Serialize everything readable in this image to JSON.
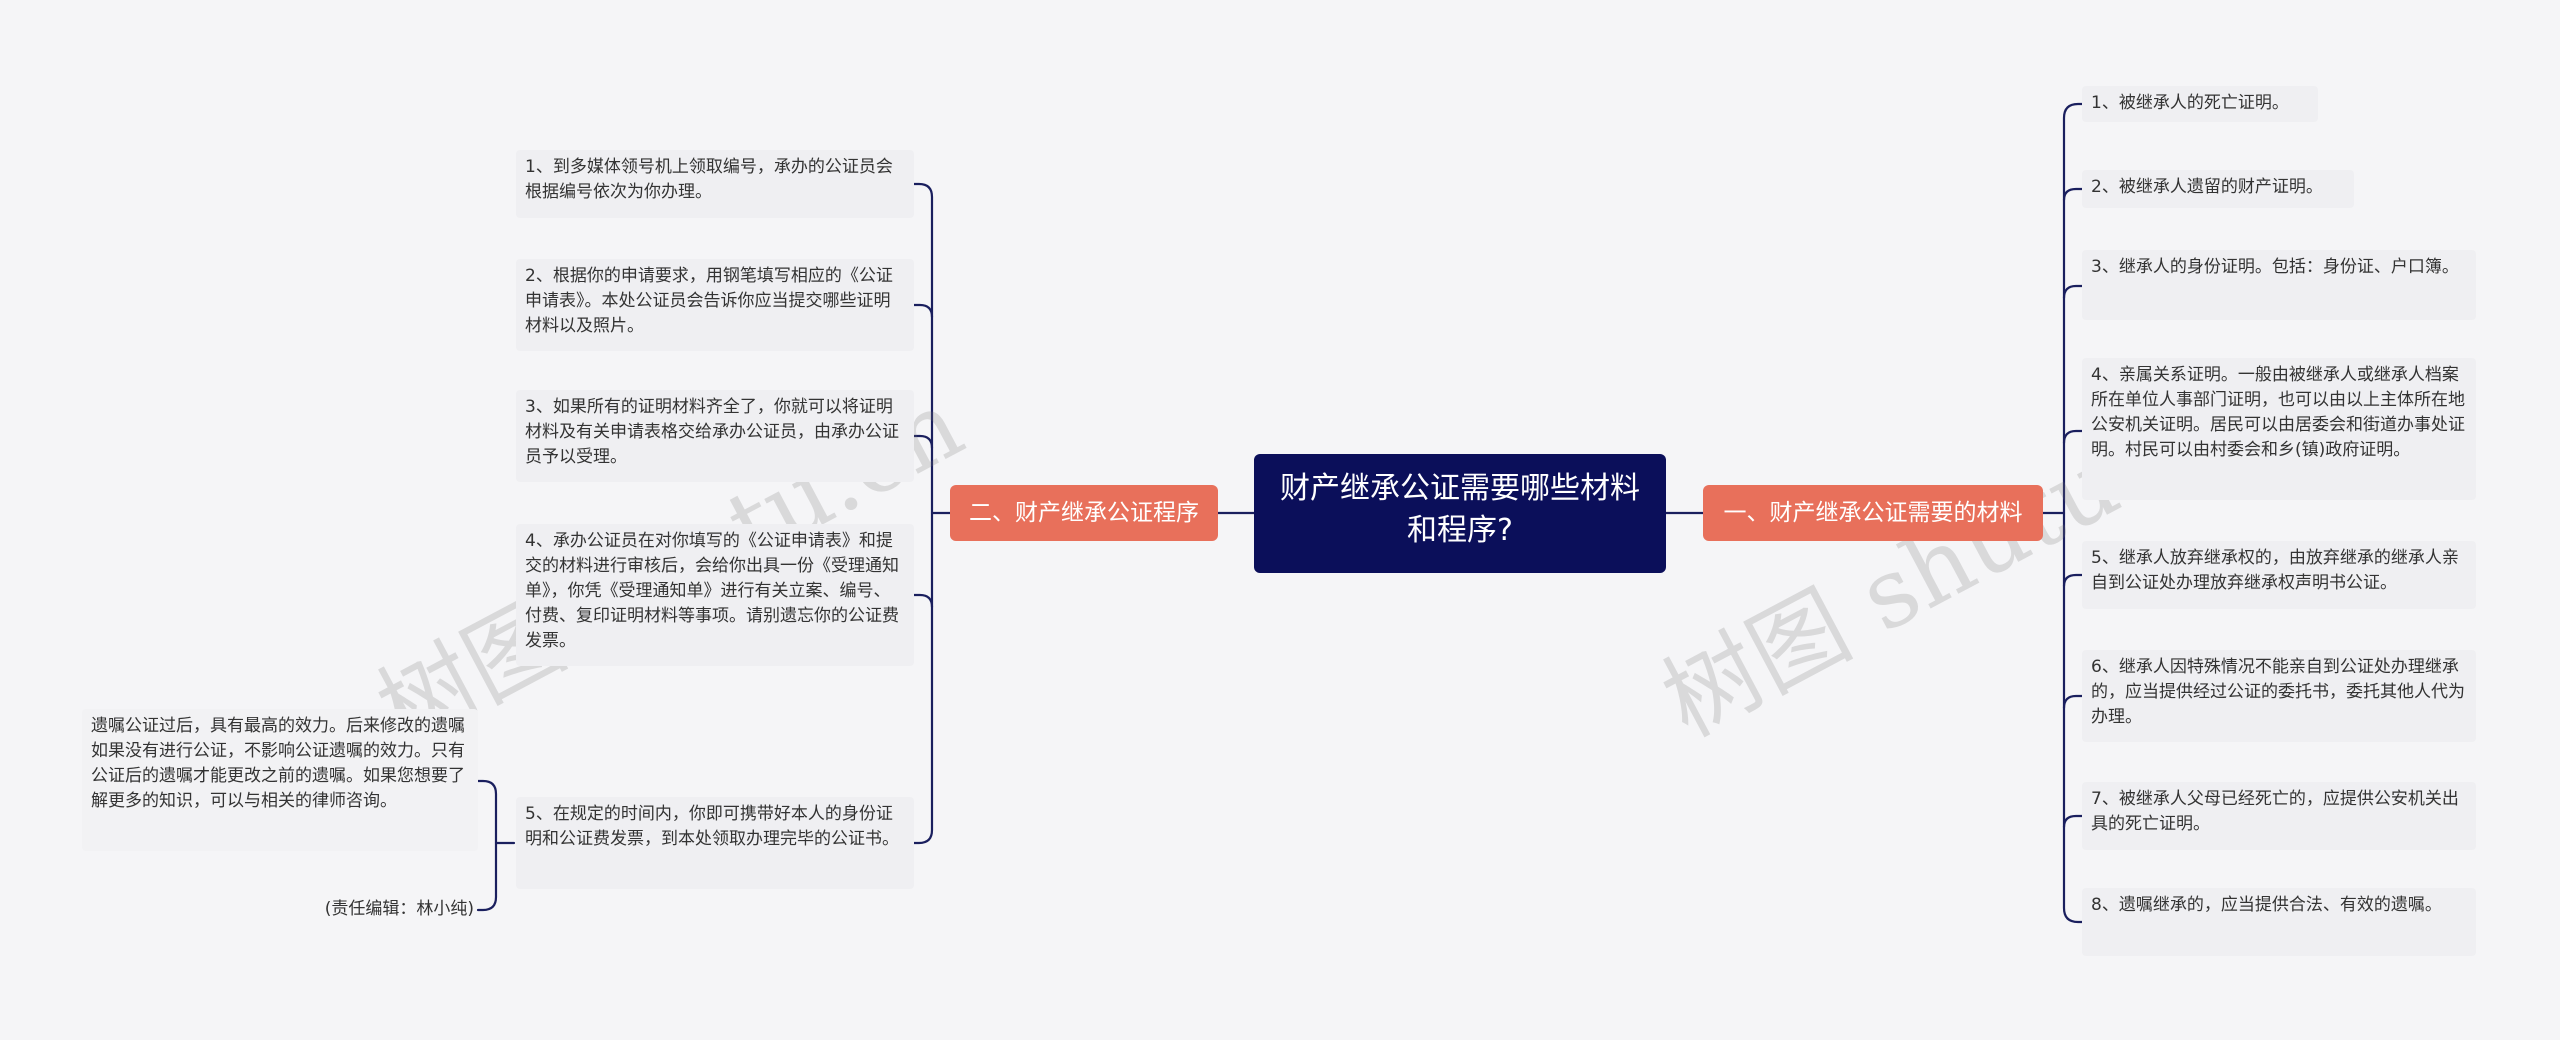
{
  "center": {
    "title": "财产继承公证需要哪些材料和程序?"
  },
  "branches": {
    "right": {
      "label": "一、财产继承公证需要的材料",
      "items": [
        "1、被继承人的死亡证明。",
        "2、被继承人遗留的财产证明。",
        "3、继承人的身份证明。包括：身份证、户口簿。",
        "4、亲属关系证明。一般由被继承人或继承人档案所在单位人事部门证明，也可以由以上主体所在地公安机关证明。居民可以由居委会和街道办事处证明。村民可以由村委会和乡(镇)政府证明。",
        "5、继承人放弃继承权的，由放弃继承的继承人亲自到公证处办理放弃继承权声明书公证。",
        "6、继承人因特殊情况不能亲自到公证处办理继承的，应当提供经过公证的委托书，委托其他人代为办理。",
        "7、被继承人父母已经死亡的，应提供公安机关出具的死亡证明。",
        "8、遗嘱继承的，应当提供合法、有效的遗嘱。"
      ]
    },
    "left": {
      "label": "二、财产继承公证程序",
      "items": [
        "1、到多媒体领号机上领取编号，承办的公证员会根据编号依次为你办理。",
        "2、根据你的申请要求，用钢笔填写相应的《公证申请表》。本处公证员会告诉你应当提交哪些证明材料以及照片。",
        "3、如果所有的证明材料齐全了，你就可以将证明材料及有关申请表格交给承办公证员，由承办公证员予以受理。",
        "4、承办公证员在对你填写的《公证申请表》和提交的材料进行审核后，会给你出具一份《受理通知单》，你凭《受理通知单》进行有关立案、编号、付费、复印证明材料等事项。请别遗忘你的公证费发票。",
        "5、在规定的时间内，你即可携带好本人的身份证明和公证费发票，到本处领取办理完毕的公证书。"
      ],
      "sub": {
        "note": "遗嘱公证过后，具有最高的效力。后来修改的遗嘱如果没有进行公证，不影响公证遗嘱的效力。只有公证后的遗嘱才能更改之前的遗嘱。如果您想要了解更多的知识，可以与相关的律师咨询。",
        "editor": "(责任编辑：林小纯)"
      }
    }
  },
  "watermarks": [
    "树图 shutu.cn",
    "树图 shutu.cn"
  ],
  "colors": {
    "background": "#f5f5f7",
    "center_fill": "#0b0f5a",
    "branch_fill": "#e8705b",
    "leaf_fill": "#efeff2",
    "connector": "#1a1f5e"
  }
}
